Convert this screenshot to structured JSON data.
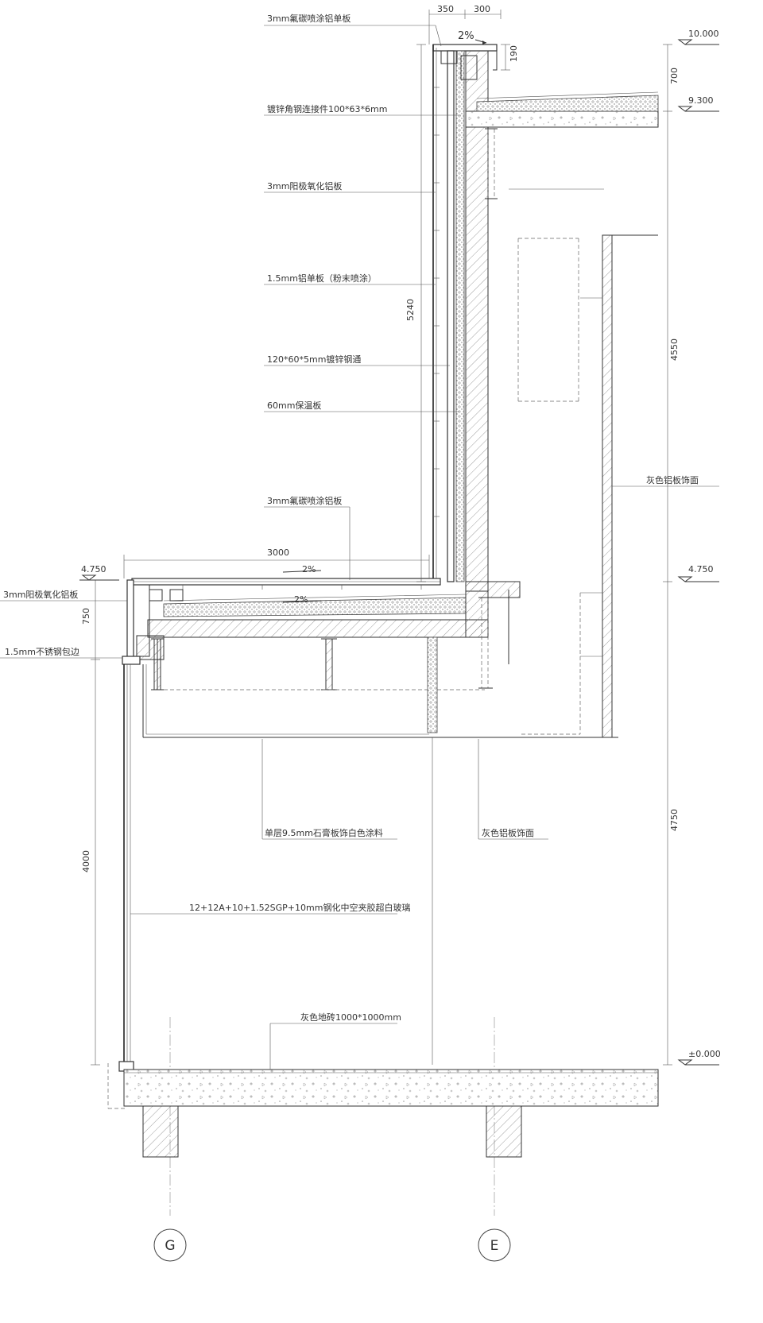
{
  "labels": {
    "panel_3mm_pvdf_single": "3mm氟碳喷涂铝单板",
    "angle_steel": "镀锌角钢连接件100*63*6mm",
    "anodized_3mm_upper": "3mm阳极氧化铝板",
    "powder_coated_1_5mm": "1.5mm铝单板（粉末喷涂）",
    "steel_tube": "120*60*5mm镀锌钢通",
    "insulation_60mm": "60mm保温板",
    "pvdf_panel_3mm": "3mm氟碳喷涂铝板",
    "anodized_3mm_left": "3mm阳极氧化铝板",
    "stainless_edge": "1.5mm不锈钢包边",
    "gypsum_board": "单层9.5mm石膏板饰白色涂料",
    "gray_aluminum_lower": "灰色铝板饰面",
    "gray_aluminum_right": "灰色铝板饰面",
    "glass": "12+12A+10+1.52SGP+10mm钢化中空夹胶超白玻璃",
    "floor_tile": "灰色地砖1000*1000mm"
  },
  "dimensions": {
    "d350": "350",
    "d300": "300",
    "d190": "190",
    "d700": "700",
    "d5240": "5240",
    "d4550": "4550",
    "d3000": "3000",
    "d750": "750",
    "d4750": "4750",
    "d4000": "4000"
  },
  "slopes": {
    "roof": "2%",
    "canopy_top": "2%",
    "canopy_inner": "2%"
  },
  "levels": {
    "l10000": "10.000",
    "l9300": "9.300",
    "l4750_left": "4.750",
    "l4750_right": "4.750",
    "l0000": "±0.000"
  },
  "axes": {
    "g": "G",
    "e": "E"
  }
}
